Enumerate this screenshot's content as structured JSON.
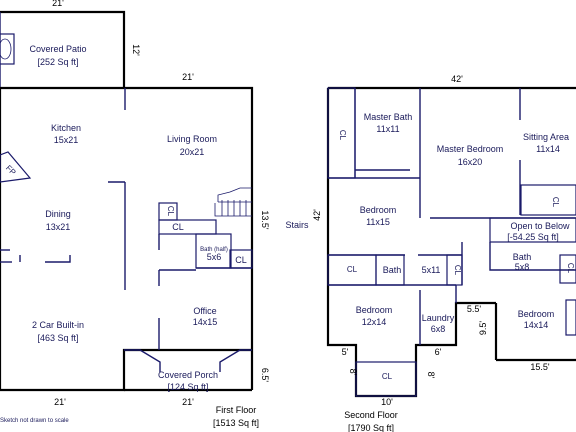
{
  "first_floor": {
    "top_dim": "21'",
    "patio_name": "Covered Patio",
    "patio_area": "[252 Sq ft]",
    "patio_dim": "12'",
    "main_top_dim": "21'",
    "kitchen_name": "Kitchen",
    "kitchen_size": "15x21",
    "living_name": "Living Room",
    "living_size": "20x21",
    "fireplace_label": "FP",
    "dining_name": "Dining",
    "dining_size": "13x21",
    "closet_cl_a": "CL",
    "closet_cl_b": "CL",
    "closet_cl_c": "CL",
    "halfbath_label": "Bath (half)",
    "halfbath_size": "5x6",
    "stair_dim": "13.5'",
    "garage_name": "2 Car Built-in",
    "garage_area": "[463 Sq ft]",
    "office_name": "Office",
    "office_size": "14x15",
    "porch_name": "Covered Porch",
    "porch_area": "[124 Sq ft]",
    "porch_dim": "6.5'",
    "bottom_dim_left": "21'",
    "bottom_dim_right": "21'",
    "note": "Sketch not drawn to scale",
    "floor_title": "First Floor",
    "floor_area": "[1513 Sq ft]"
  },
  "stairs_label": "Stairs",
  "second_floor": {
    "top_dim": "42'",
    "left_dim": "42'",
    "master_bath_name": "Master Bath",
    "master_bath_size": "11x11",
    "master_bed_name": "Master Bedroom",
    "master_bed_size": "16x20",
    "sitting_name": "Sitting Area",
    "sitting_size": "11x14",
    "cl_master": "CL",
    "cl_sitting": "CL",
    "bedroom1_name": "Bedroom",
    "bedroom1_size": "11x15",
    "open_below_name": "Open to Below",
    "open_below_area": "[-54.25 Sq ft]",
    "cl_bed1": "CL",
    "bath_label": "Bath",
    "hall_size": "5x11",
    "cl_hall": "CL",
    "bath2_label": "Bath",
    "bath2_size": "5x8",
    "cl_right": "CL",
    "bedroom2_name": "Bedroom",
    "bedroom2_size": "12x14",
    "laundry_name": "Laundry",
    "laundry_size": "6x8",
    "dim_55": "5.5'",
    "dim_95": "9.5'",
    "bedroom3_name": "Bedroom",
    "bedroom3_size": "14x14",
    "dim_5": "5'",
    "dim_6": "6'",
    "dim_8a": "8'",
    "dim_8b": "8'",
    "cl_bottom": "CL",
    "dim_155": "15.5'",
    "bottom_dim": "10'",
    "floor_title": "Second Floor",
    "floor_area": "[1790 Sq ft]"
  }
}
